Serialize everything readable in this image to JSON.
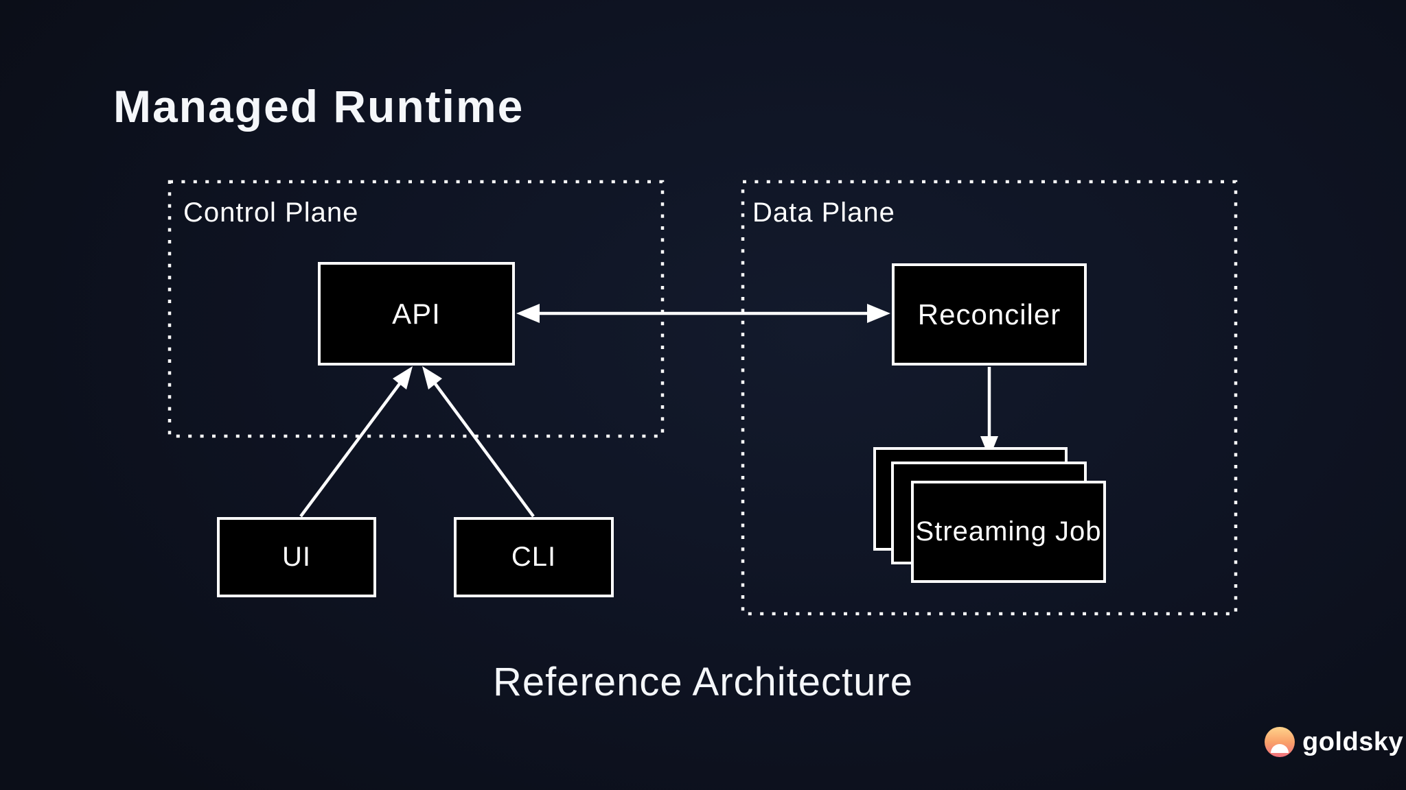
{
  "title": "Managed Runtime",
  "subtitle": "Reference Architecture",
  "groups": {
    "control_plane": {
      "label": "Control Plane"
    },
    "data_plane": {
      "label": "Data Plane"
    }
  },
  "nodes": {
    "api": {
      "label": "API"
    },
    "reconciler": {
      "label": "Reconciler"
    },
    "ui": {
      "label": "UI"
    },
    "cli": {
      "label": "CLI"
    },
    "streaming_job": {
      "label": "Streaming Job"
    }
  },
  "edges": [
    {
      "from": "api",
      "to": "reconciler",
      "type": "bidirectional"
    },
    {
      "from": "ui",
      "to": "api",
      "type": "arrow"
    },
    {
      "from": "cli",
      "to": "api",
      "type": "arrow"
    },
    {
      "from": "reconciler",
      "to": "streaming_job",
      "type": "arrow"
    }
  ],
  "logo": {
    "text": "goldsky",
    "icon": "sunrise-icon"
  },
  "colors": {
    "background": "#0e1322",
    "node_fill": "#000000",
    "stroke": "#ffffff",
    "text": "#f5f7fa",
    "logo_gradient_top": "#ffd38c",
    "logo_gradient_mid": "#f9a069",
    "logo_gradient_bottom": "#f1707e"
  }
}
